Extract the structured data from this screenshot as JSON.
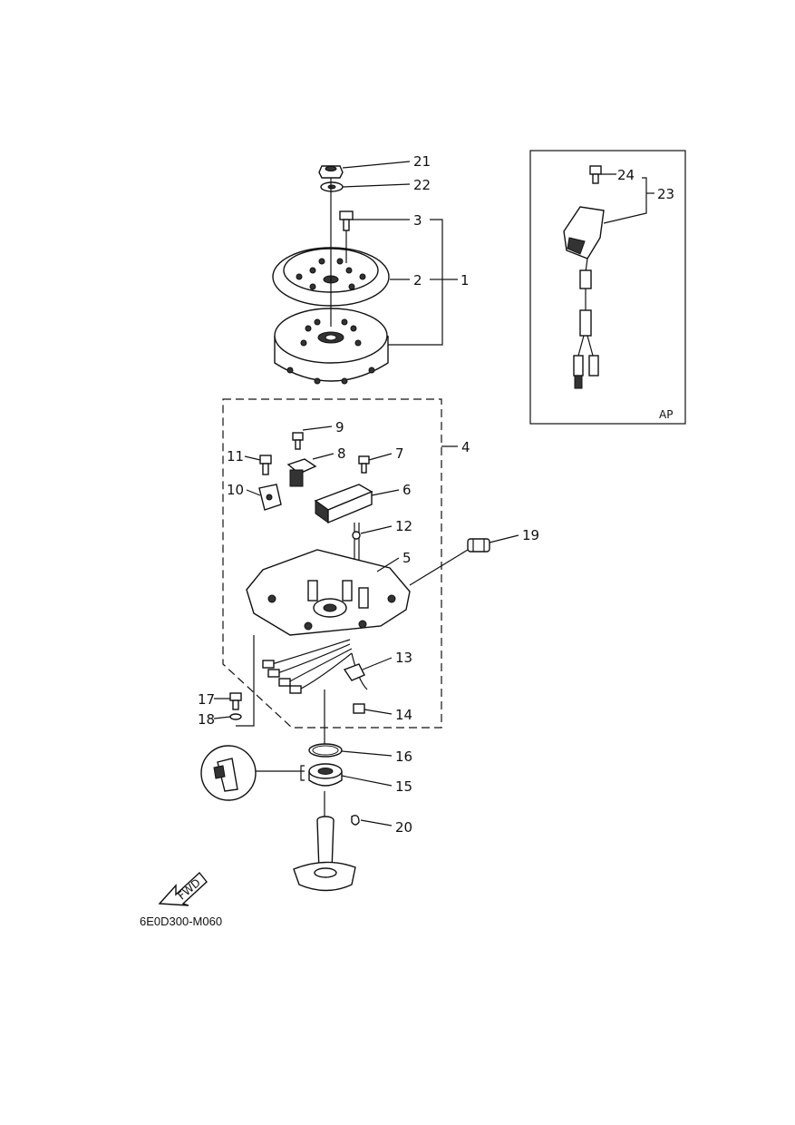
{
  "diagram_code": "6E0D300-M060",
  "inset_label": "AP",
  "fwd_label": "FWD",
  "callouts": {
    "c1": "1",
    "c2": "2",
    "c3": "3",
    "c4": "4",
    "c5": "5",
    "c6": "6",
    "c7": "7",
    "c8": "8",
    "c9": "9",
    "c10": "10",
    "c11": "11",
    "c12": "12",
    "c13": "13",
    "c14": "14",
    "c15": "15",
    "c16": "16",
    "c17": "17",
    "c18": "18",
    "c19": "19",
    "c20": "20",
    "c21": "21",
    "c22": "22",
    "c23": "23",
    "c24": "24"
  }
}
